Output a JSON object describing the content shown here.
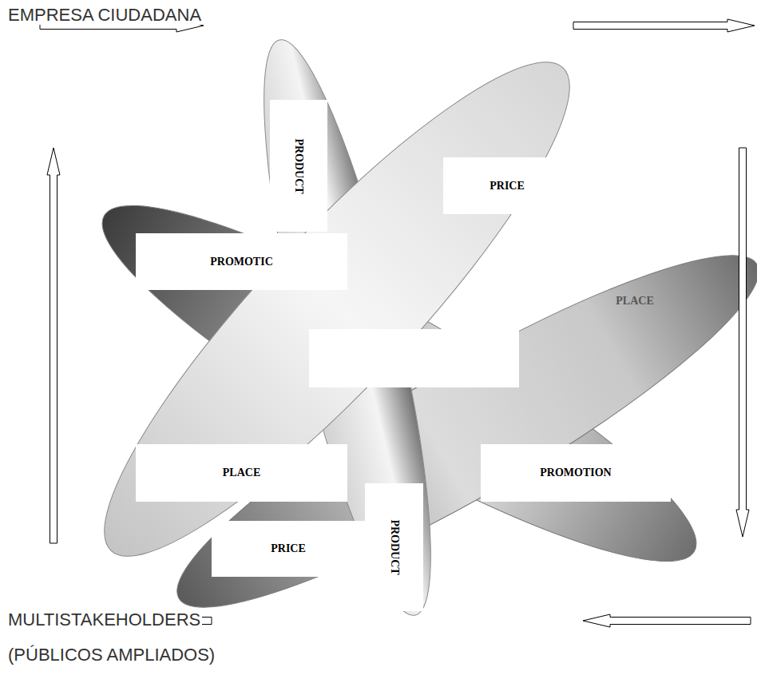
{
  "diagram": {
    "nodes": [
      {
        "text": [
          "PRODUCT"
        ]
      },
      {
        "text": [
          "PRICE"
        ]
      },
      {
        "text": [
          "PROMOTIC"
        ]
      },
      {
        "text": [
          "PLACE"
        ]
      },
      {
        "text": [
          "PLACE"
        ]
      },
      {
        "text": [
          "PROMOTION"
        ]
      },
      {
        "text": [
          "PRICE"
        ]
      },
      {
        "text": [
          "PRODUCT"
        ]
      }
    ],
    "labels": [
      "EMPRESA CIUDADANA",
      "MULTISTAKEHOLDERS",
      "(PÚBLICOS AMPLIADOS)"
    ]
  }
}
